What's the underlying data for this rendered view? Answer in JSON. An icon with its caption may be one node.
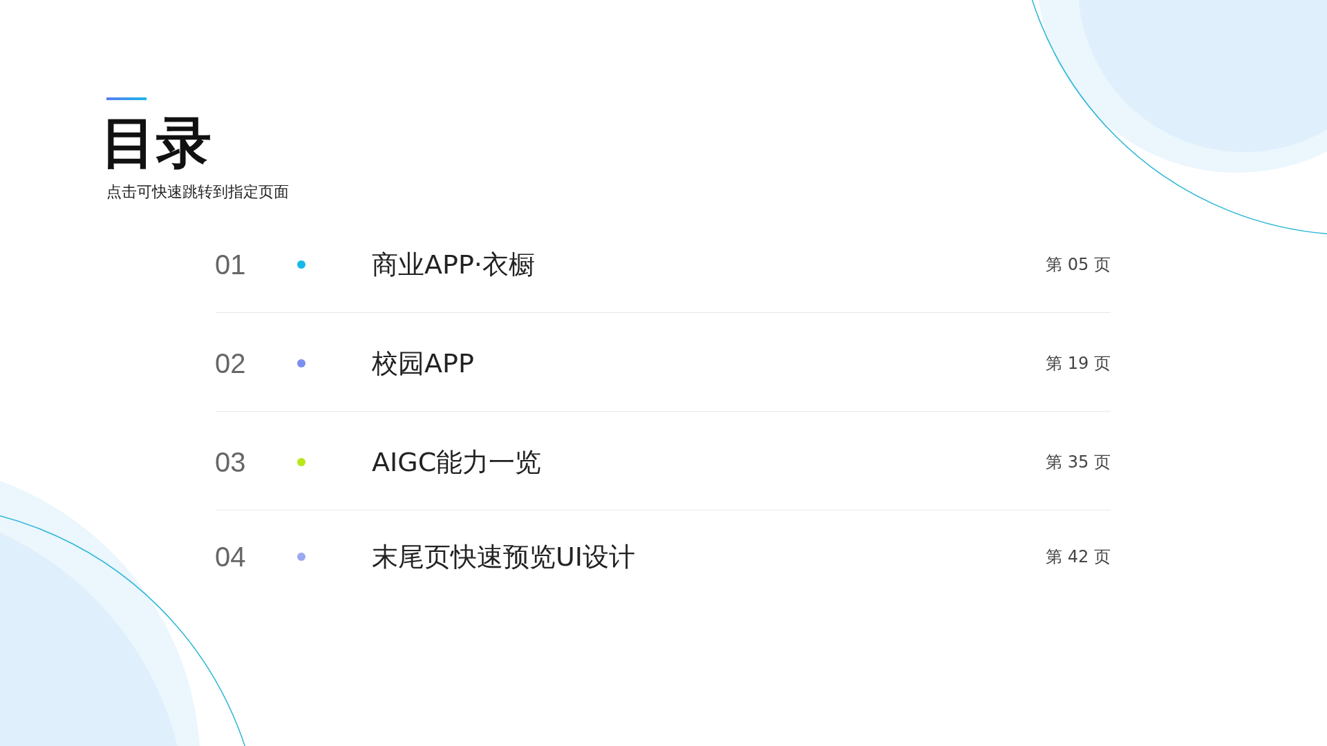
{
  "diagram": {
    "title": "目录",
    "labels": [
      "点击可快速跳转到指定页面",
      "01",
      "商业APP·衣橱",
      "第 05 页",
      "02",
      "校园APP",
      "第 19 页",
      "03",
      "AIGC能力一览",
      "第 35 页",
      "04",
      "末尾页快速预览UI设计",
      "第 42 页"
    ]
  }
}
